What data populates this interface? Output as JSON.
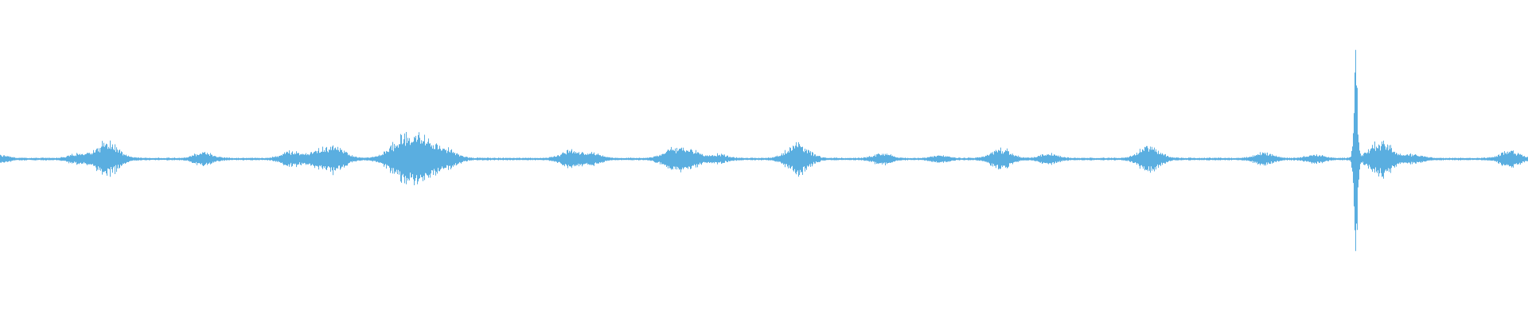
{
  "waveform": {
    "color": "#5aaee0",
    "background": "#ffffff",
    "bursts": [
      {
        "t": 0.0,
        "amp": 0.03
      },
      {
        "t": 0.05,
        "amp": 0.04
      },
      {
        "t": 0.07,
        "amp": 0.16
      },
      {
        "t": 0.133,
        "amp": 0.06
      },
      {
        "t": 0.19,
        "amp": 0.07
      },
      {
        "t": 0.207,
        "amp": 0.06
      },
      {
        "t": 0.219,
        "amp": 0.12
      },
      {
        "t": 0.264,
        "amp": 0.22
      },
      {
        "t": 0.278,
        "amp": 0.17
      },
      {
        "t": 0.293,
        "amp": 0.08
      },
      {
        "t": 0.373,
        "amp": 0.08
      },
      {
        "t": 0.388,
        "amp": 0.05
      },
      {
        "t": 0.44,
        "amp": 0.1
      },
      {
        "t": 0.452,
        "amp": 0.07
      },
      {
        "t": 0.47,
        "amp": 0.04
      },
      {
        "t": 0.522,
        "amp": 0.14
      },
      {
        "t": 0.577,
        "amp": 0.05
      },
      {
        "t": 0.615,
        "amp": 0.03
      },
      {
        "t": 0.655,
        "amp": 0.1
      },
      {
        "t": 0.686,
        "amp": 0.05
      },
      {
        "t": 0.752,
        "amp": 0.12
      },
      {
        "t": 0.827,
        "amp": 0.06
      },
      {
        "t": 0.86,
        "amp": 0.04
      },
      {
        "t": 0.887,
        "amp": 1.0
      },
      {
        "t": 0.901,
        "amp": 0.12
      },
      {
        "t": 0.908,
        "amp": 0.07
      },
      {
        "t": 0.925,
        "amp": 0.04
      },
      {
        "t": 0.988,
        "amp": 0.08
      }
    ]
  }
}
